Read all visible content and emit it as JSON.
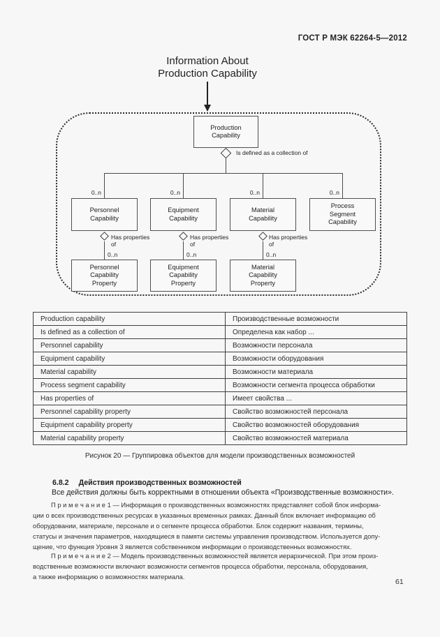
{
  "header": {
    "doc_code": "ГОСТ Р МЭК 62264-5—2012"
  },
  "figure": {
    "title": "Information About\nProduction Capability",
    "diagram": {
      "root_label": "Production\nCapability",
      "aggregation_label": "Is defined as a collection of",
      "has_properties_label": "Has properties\nof",
      "children": [
        {
          "label": "Personnel\nCapability",
          "multiplicity": "0..n"
        },
        {
          "label": "Equipment\nCapability",
          "multiplicity": "0..n"
        },
        {
          "label": "Material\nCapability",
          "multiplicity": "0..n"
        },
        {
          "label": "Process\nSegment\nCapability",
          "multiplicity": "0..n"
        }
      ],
      "properties": [
        {
          "label": "Personnel\nCapability\nProperty",
          "multiplicity": "0..n"
        },
        {
          "label": "Equipment\nCapability\nProperty",
          "multiplicity": "0..n"
        },
        {
          "label": "Material\nCapability\nProperty",
          "multiplicity": "0..n"
        }
      ]
    },
    "caption": "Рисунок 20 — Группировка объектов для модели производственных возможностей"
  },
  "glossary_table": {
    "rows": [
      {
        "en": "Production capability",
        "ru": "Производственные возможности"
      },
      {
        "en": "Is defined as a collection of",
        "ru": "Определена как набор ..."
      },
      {
        "en": "Personnel capability",
        "ru": "Возможности персонала"
      },
      {
        "en": "Equipment capability",
        "ru": "Возможности оборудования"
      },
      {
        "en": "Material capability",
        "ru": "Возможности материала"
      },
      {
        "en": "Process segment capability",
        "ru": "Возможности сегмента процесса обработки"
      },
      {
        "en": "Has properties of",
        "ru": "Имеет свойства ..."
      },
      {
        "en": "Personnel capability property",
        "ru": "Свойство возможностей персонала"
      },
      {
        "en": "Equipment capability property",
        "ru": "Свойство возможностей оборудования"
      },
      {
        "en": "Material capability property",
        "ru": "Свойство возможностей материала"
      }
    ]
  },
  "section": {
    "number": "6.8.2",
    "title": "Действия производственных возможностей",
    "body": "Все действия должны быть корректными в отношении объекта «Производственные возможности»."
  },
  "notes": [
    {
      "lines": [
        "П р и м е ч а н и е 1 — Информация о производственных возможностях представляет собой блок информа-",
        "ции о всех производственных ресурсах в указанных временных рамках. Данный блок включает информацию об",
        "оборудовании, материале, персонале и о сегменте процесса обработки. Блок содержит названия, термины,",
        "статусы и значения параметров, находящиеся в памяти системы управления производством. Используется допу-",
        "щение, что функция Уровня 3 является собственником информации о производственных возможностях."
      ]
    },
    {
      "lines": [
        "П р и м е ч а н и е 2 — Модель производственных возможностей является иерархической. При этом произ-",
        "водственные возможности включают возможности сегментов процесса обработки, персонала, оборудования,",
        "а также информацию о возможностях материала."
      ]
    }
  ],
  "page_number": "61"
}
